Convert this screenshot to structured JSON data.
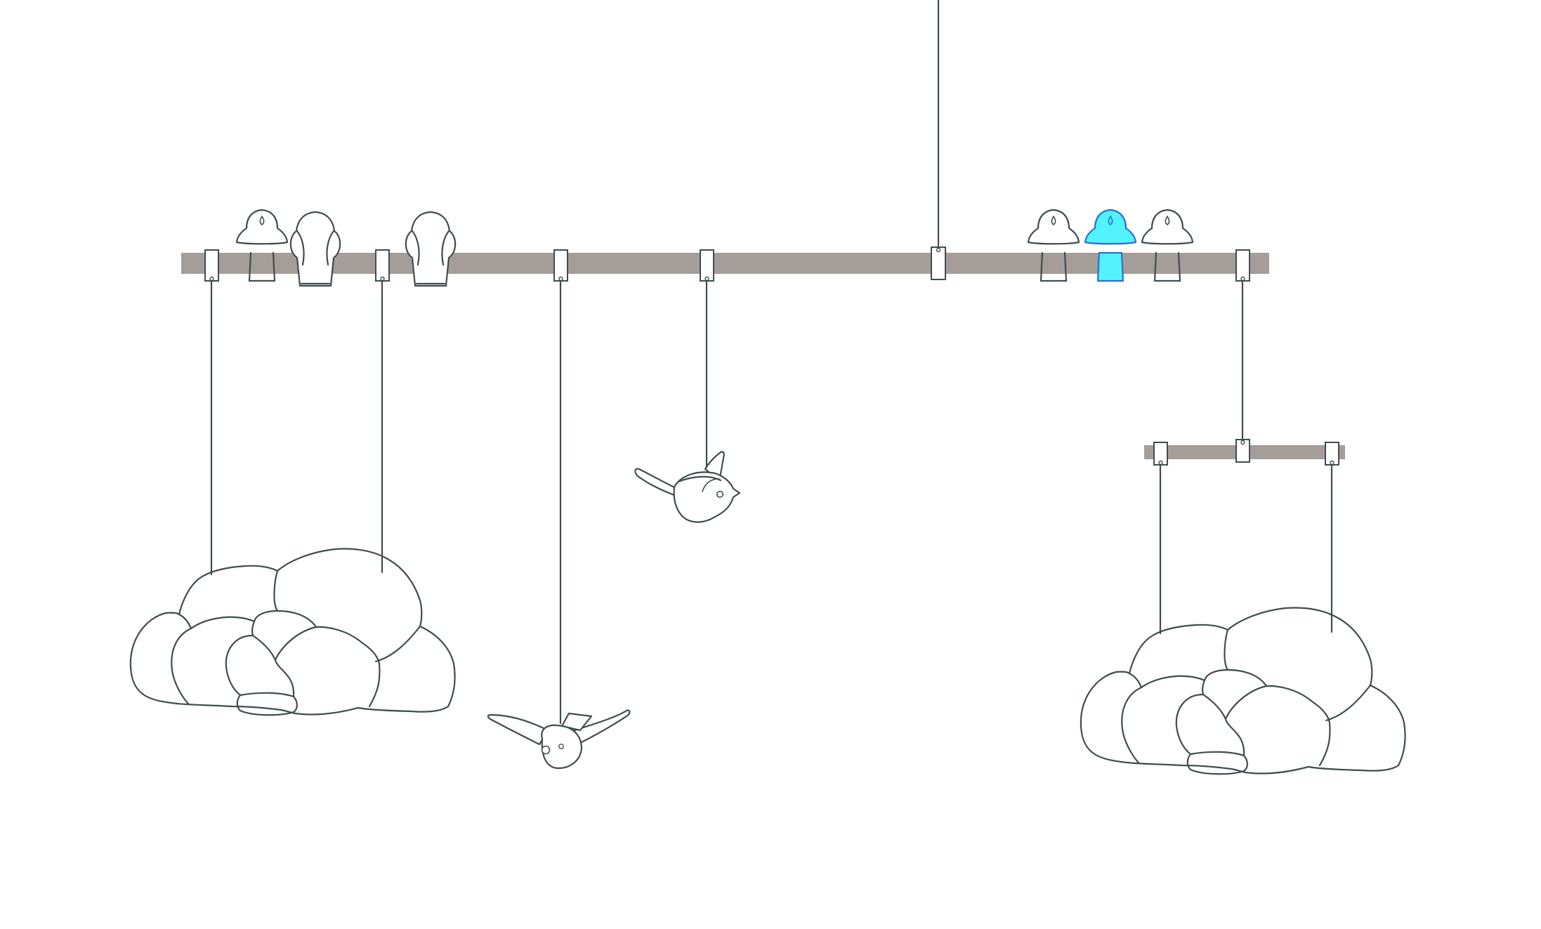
{
  "colors": {
    "bar": "#a59e98",
    "outline": "#3f4d4f",
    "highlight": "#52f2ff",
    "highlight_outline": "#2a6fd6",
    "background": "#ffffff"
  },
  "figure": {
    "main_bar": {
      "name": "main-hanging-bar"
    },
    "sub_bar": {
      "name": "secondary-hanging-bar"
    },
    "perched_birds": [
      {
        "name": "perched-bird-1",
        "highlighted": false
      },
      {
        "name": "perched-bird-2",
        "highlighted": false
      },
      {
        "name": "perched-bird-3",
        "highlighted": false
      },
      {
        "name": "perched-bird-4",
        "highlighted": false
      },
      {
        "name": "perched-bird-5",
        "highlighted": true
      },
      {
        "name": "perched-bird-6",
        "highlighted": false
      }
    ],
    "hanging_items": [
      "cloud-left",
      "bird-diving",
      "bird-flying",
      "cloud-right"
    ]
  }
}
